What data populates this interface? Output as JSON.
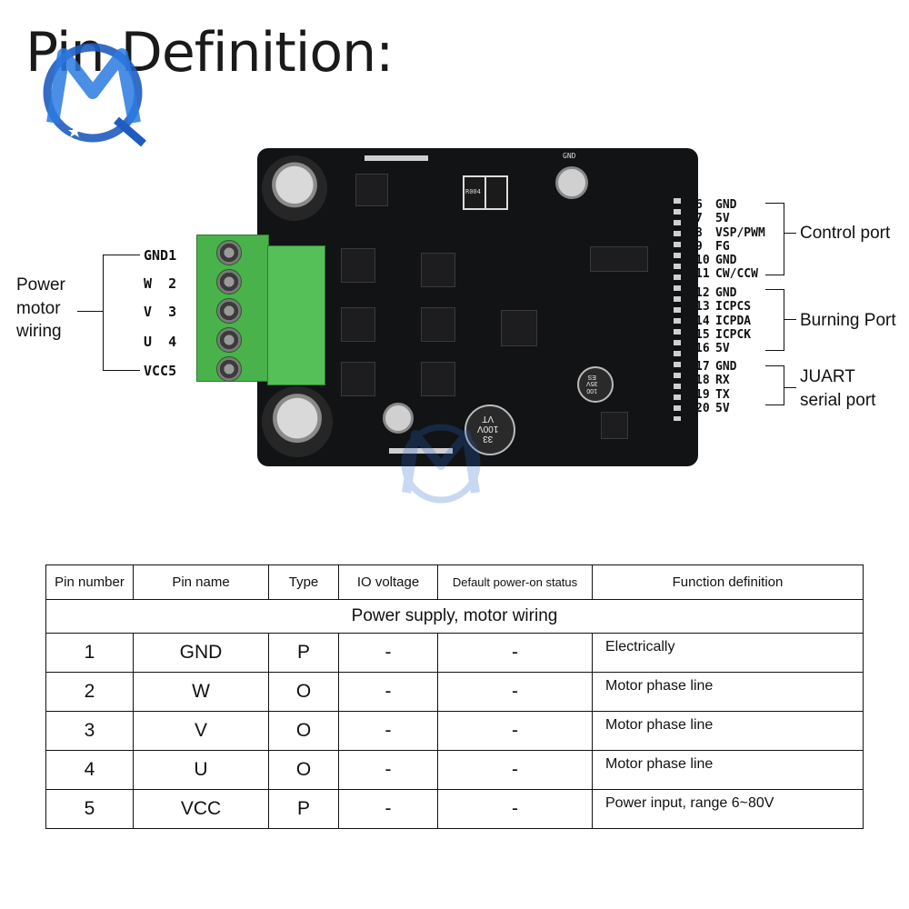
{
  "title": "Pin Definition:",
  "left_group": {
    "label_lines": [
      "Power",
      "motor",
      "wiring"
    ],
    "pins": [
      "GND1",
      "W  2",
      "V  3",
      "U  4",
      "VCC5"
    ]
  },
  "right_groups": [
    {
      "label_lines": [
        "Control port"
      ],
      "pins": [
        {
          "num": "6",
          "name": "GND"
        },
        {
          "num": "7",
          "name": "5V"
        },
        {
          "num": "8",
          "name": "VSP/PWM"
        },
        {
          "num": "9",
          "name": "FG"
        },
        {
          "num": "10",
          "name": "GND"
        },
        {
          "num": "11",
          "name": "CW/CCW"
        }
      ]
    },
    {
      "label_lines": [
        "Burning Port"
      ],
      "pins": [
        {
          "num": "12",
          "name": "GND"
        },
        {
          "num": "13",
          "name": "ICPCS"
        },
        {
          "num": "14",
          "name": "ICPDA"
        },
        {
          "num": "15",
          "name": "ICPCK"
        },
        {
          "num": "16",
          "name": "5V"
        }
      ]
    },
    {
      "label_lines": [
        "JUART",
        "serial port"
      ],
      "pins": [
        {
          "num": "17",
          "name": "GND"
        },
        {
          "num": "18",
          "name": "RX"
        },
        {
          "num": "19",
          "name": "TX"
        },
        {
          "num": "20",
          "name": "5V"
        }
      ]
    }
  ],
  "pcb_labels": {
    "gnd": "GND",
    "cap_bottom_lines": [
      "33",
      "100V",
      "VT"
    ],
    "cap_small_lines": [
      "100",
      "35V",
      "ES"
    ],
    "r004": "R004"
  },
  "table": {
    "headers": [
      "Pin number",
      "Pin name",
      "Type",
      "IO voltage",
      "Default power-on status",
      "Function definition"
    ],
    "section": "Power supply, motor wiring",
    "rows": [
      [
        "1",
        "GND",
        "P",
        "-",
        "-",
        "Electrically"
      ],
      [
        "2",
        "W",
        "O",
        "-",
        "-",
        "Motor phase line"
      ],
      [
        "3",
        "V",
        "O",
        "-",
        "-",
        "Motor phase line"
      ],
      [
        "4",
        "U",
        "O",
        "-",
        "-",
        "Motor phase line"
      ],
      [
        "5",
        "VCC",
        "P",
        "-",
        "-",
        "Power input, range 6~80V"
      ]
    ]
  },
  "colors": {
    "terminal_green": "#49b24a",
    "pcb_black": "#111315",
    "logo_blue": "#2a66c8"
  }
}
